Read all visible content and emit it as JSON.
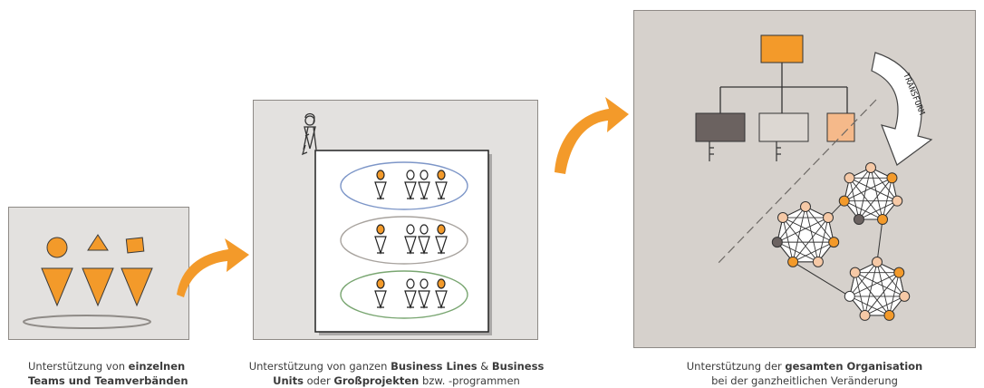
{
  "colors": {
    "orange": "#f39a2a",
    "panel_bg": "#e3e1df",
    "panel_org_bg": "#d6d1cc",
    "dark_box": "#6b6260",
    "ellipse_blue": "#7d96c8",
    "ellipse_gray": "#a8a39e",
    "ellipse_green": "#79a671"
  },
  "captions": {
    "teams": {
      "line1_pre": "Unterstützung von ",
      "line1_bold": "einzelnen",
      "line2_bold": "Teams und Teamverbänden"
    },
    "business": {
      "line1_pre": "Unterstützung von ganzen ",
      "line1_bold_a": "Business Lines",
      "line1_mid": " & ",
      "line1_bold_b": "Business",
      "line2_bold_a": "Units",
      "line2_mid": " oder ",
      "line2_bold_b": "Großprojekten",
      "line2_post": " bzw. -programmen"
    },
    "org": {
      "line1_pre": "Unterstützung der ",
      "line1_bold": "gesamten Organisation",
      "line2": "bei der ganzheitlichen Veränderung"
    }
  },
  "transform_label": "TRANSFORM",
  "icons": [
    "circle-person-icon",
    "triangle-person-icon",
    "square-person-icon",
    "arrow-right-icon",
    "org-chart-icon",
    "network-icon"
  ]
}
